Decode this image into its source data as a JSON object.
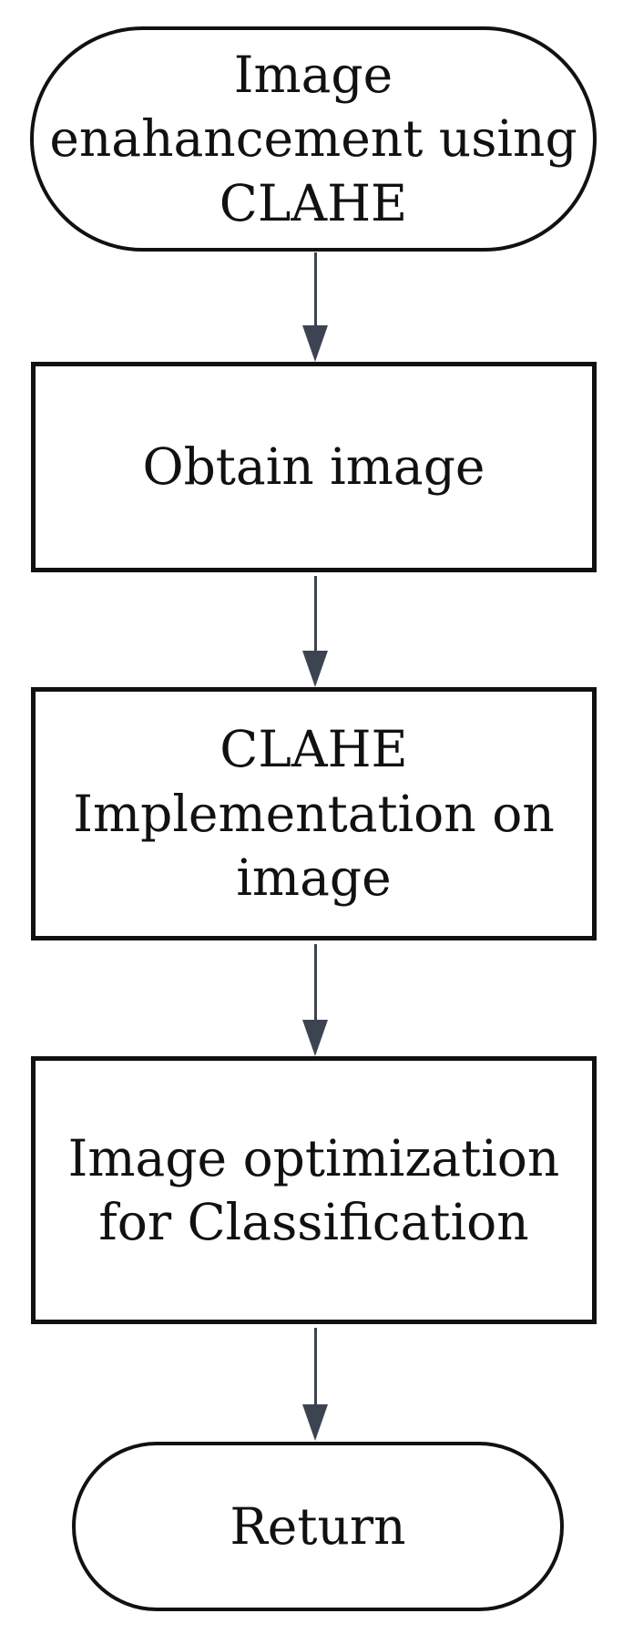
{
  "flowchart": {
    "colors": {
      "border": "#111111",
      "arrow": "#3d4451",
      "text": "#111111",
      "background": "#ffffff"
    },
    "nodes": [
      {
        "shape": "terminator",
        "label": "Image\nenahancement using\nCLAHE"
      },
      {
        "shape": "process",
        "label": "Obtain image"
      },
      {
        "shape": "process",
        "label": "CLAHE\nImplementation on\nimage"
      },
      {
        "shape": "process",
        "label": "Image optimization\nfor Classification"
      },
      {
        "shape": "terminator",
        "label": "Return"
      }
    ]
  }
}
